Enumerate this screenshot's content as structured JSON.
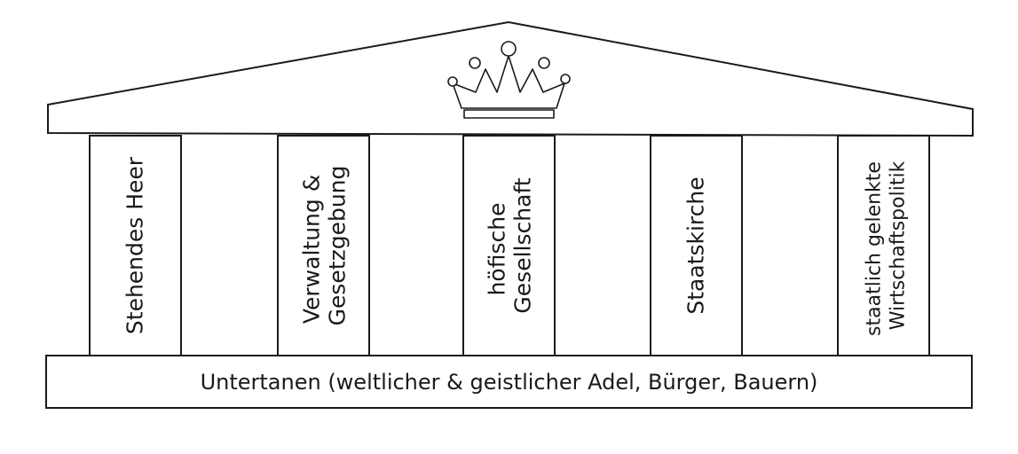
{
  "roof": {
    "icon": "crown-icon"
  },
  "pillars": [
    {
      "lines": [
        "Stehendes Heer"
      ]
    },
    {
      "lines": [
        "Verwaltung &",
        "Gesetzgebung"
      ]
    },
    {
      "lines": [
        "höfische",
        "Gesellschaft"
      ]
    },
    {
      "lines": [
        "Staatskirche"
      ]
    },
    {
      "lines": [
        "staatlich gelenkte",
        "Wirtschaftspolitik"
      ]
    }
  ],
  "base": {
    "label": "Untertanen (weltlicher & geistlicher Adel, Bürger, Bauern)"
  },
  "colors": {
    "stroke": "#1a1a1a",
    "fill": "#ffffff"
  }
}
